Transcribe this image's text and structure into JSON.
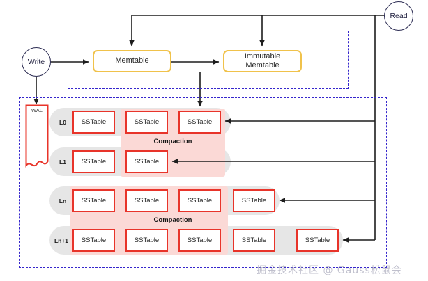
{
  "diagram": {
    "title": "LSM-Tree write/read path with leveled compaction",
    "colors": {
      "line": "#1d1d1d",
      "dashed_group": "#3526cc",
      "memtable_border": "#f0c24b",
      "sstable_border": "#e8342a",
      "level_capsule": "#e6e6e6",
      "compaction_band": "#fbd9d6",
      "circle_border": "#2b2b52"
    },
    "entrypoints": {
      "write": "Write",
      "read": "Read"
    },
    "memory": {
      "memtable": "Memtable",
      "immutable_memtable": "Immutable\nMemtable",
      "immutable_memtable_line1": "Immutable",
      "immutable_memtable_line2": "Memtable"
    },
    "wal": {
      "label": "WAL"
    },
    "sstable_label": "SSTable",
    "compaction_label": "Compaction",
    "levels": [
      {
        "name": "L0",
        "sstable_count": 3,
        "sstables": [
          "SSTable",
          "SSTable",
          "SSTable"
        ]
      },
      {
        "name": "L1",
        "sstable_count": 2,
        "sstables": [
          "SSTable",
          "SSTable"
        ]
      },
      {
        "name": "Ln",
        "sstable_count": 4,
        "sstables": [
          "SSTable",
          "SSTable",
          "SSTable",
          "SSTable"
        ]
      },
      {
        "name": "Ln+1",
        "sstable_count": 5,
        "sstables": [
          "SSTable",
          "SSTable",
          "SSTable",
          "SSTable",
          "SSTable"
        ]
      }
    ],
    "compactions": [
      {
        "label": "Compaction",
        "between": [
          "L0",
          "L1"
        ]
      },
      {
        "label": "Compaction",
        "between": [
          "Ln",
          "Ln+1"
        ]
      }
    ],
    "watermark": "掘金技术社区 @ Gauss松鼠会"
  }
}
